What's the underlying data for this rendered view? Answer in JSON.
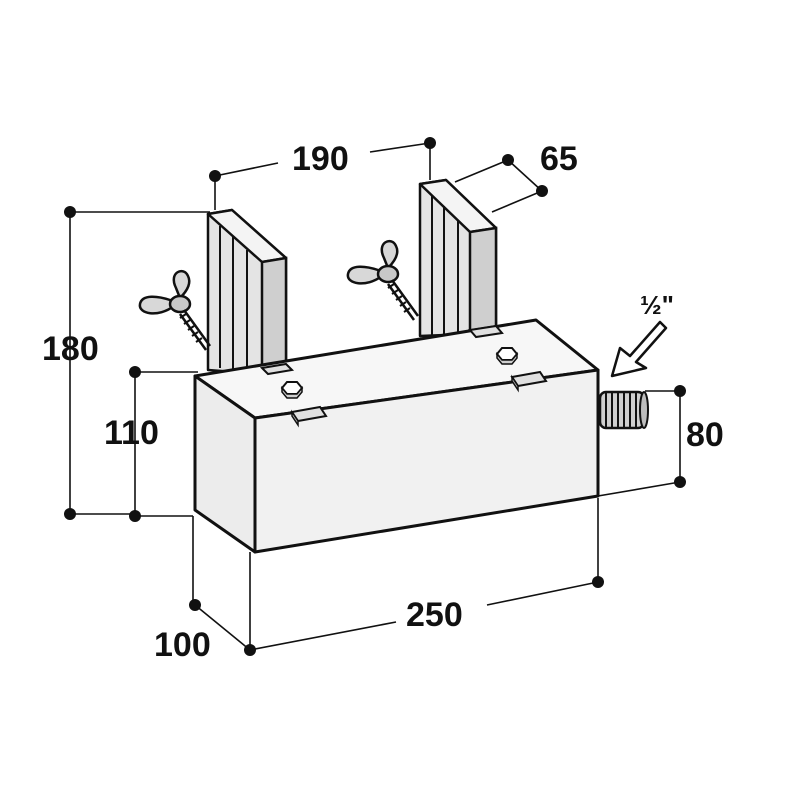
{
  "dimensions": {
    "overall_height": "180",
    "body_height": "110",
    "depth": "100",
    "length": "250",
    "bracket_spacing": "190",
    "bracket_width": "65",
    "thread_height": "80",
    "thread_size": "½\""
  },
  "colors": {
    "front_face": "#efefef",
    "top_face": "#f7f7f7",
    "side_face": "#e6e6e6",
    "bracket": "#d6d6d6",
    "thread": "#cfcfcf",
    "ink": "#111111"
  },
  "icons": {
    "wing_nut": "wing-nut-icon",
    "hex_nut": "hex-nut-icon",
    "arrow": "arrow-icon"
  }
}
